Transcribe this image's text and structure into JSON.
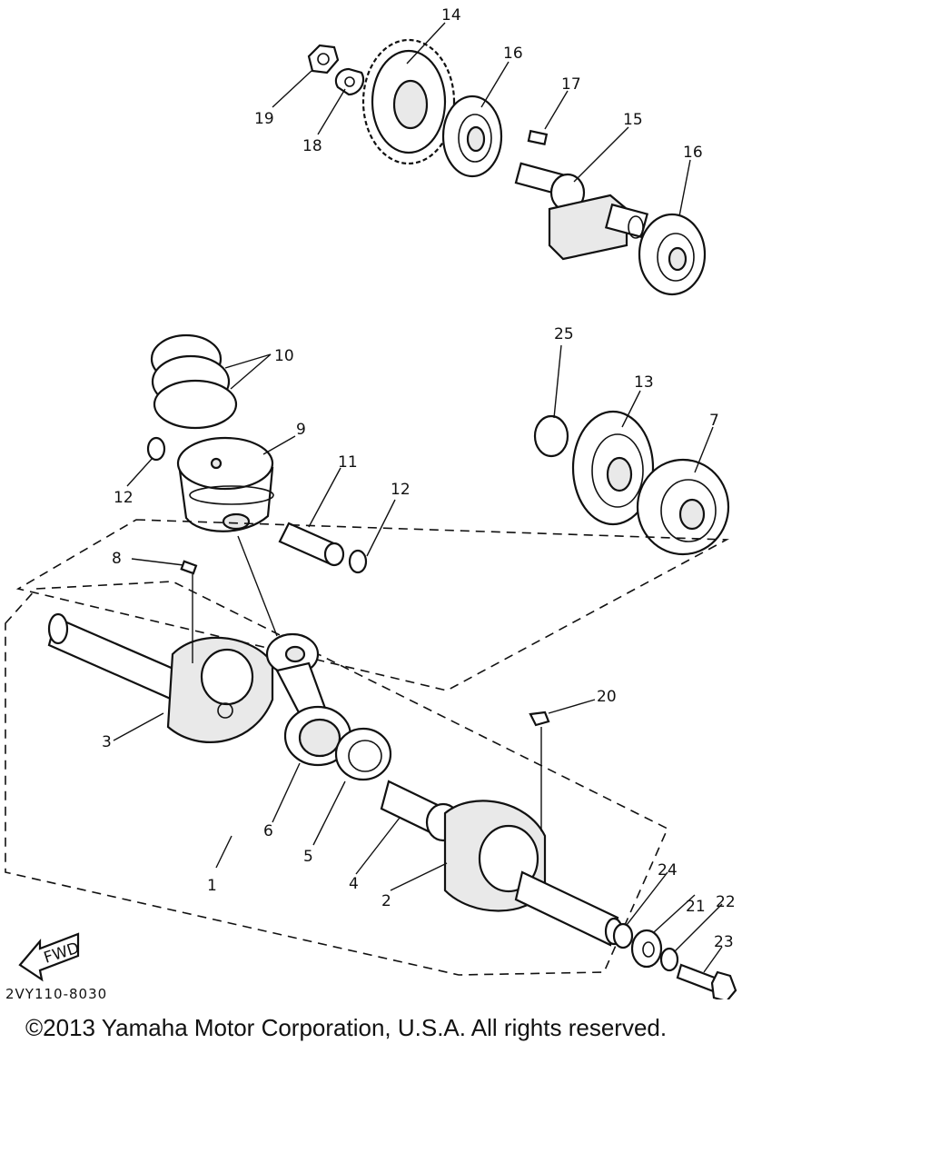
{
  "diagram": {
    "callouts": {
      "c1": "1",
      "c2": "2",
      "c3": "3",
      "c4": "4",
      "c5": "5",
      "c6": "6",
      "c7": "7",
      "c8": "8",
      "c9": "9",
      "c10": "10",
      "c11": "11",
      "c12a": "12",
      "c12b": "12",
      "c13": "13",
      "c14": "14",
      "c15": "15",
      "c16a": "16",
      "c16b": "16",
      "c17": "17",
      "c18": "18",
      "c19": "19",
      "c20": "20",
      "c21": "21",
      "c22": "22",
      "c23": "23",
      "c24": "24",
      "c25": "25"
    },
    "fwd_label": "FWD",
    "diagram_code": "2VY110-8030"
  },
  "footer": {
    "copyright": "©2013 Yamaha Motor Corporation, U.S.A. All rights reserved."
  }
}
